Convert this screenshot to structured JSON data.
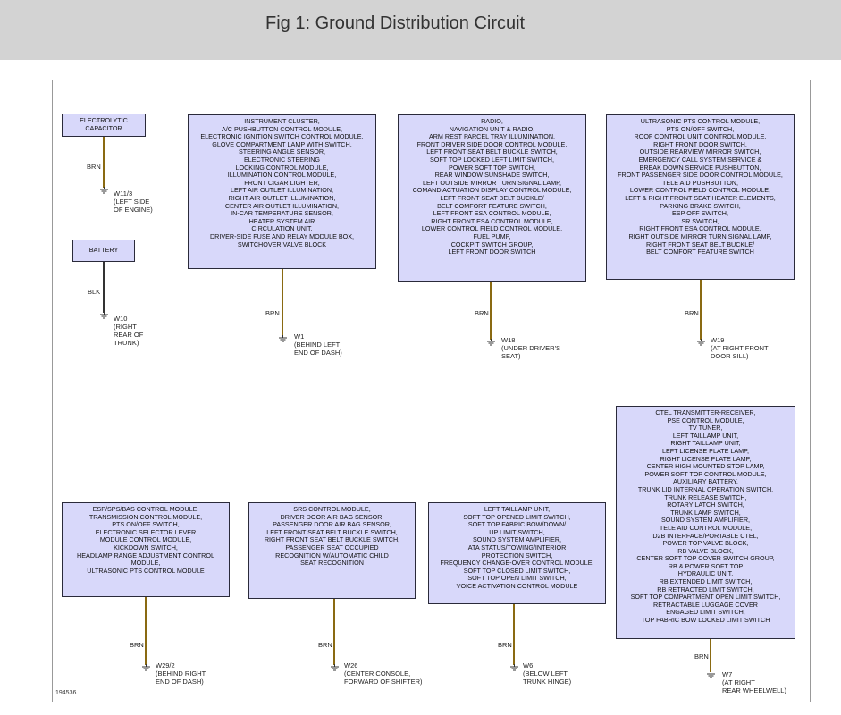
{
  "header": {
    "title": "Fig 1: Ground Distribution Circuit"
  },
  "figure_number": "194536",
  "colors": {
    "brn": "#8a6a12",
    "blk": "#333333",
    "box_fill": "#d8d8fa"
  },
  "components": {
    "capacitor": {
      "lines": [
        "ELECTROLYTIC",
        "CAPACITOR"
      ],
      "wire": "BRN",
      "ground": [
        "W11/3",
        "(LEFT SIDE",
        "OF ENGINE)"
      ]
    },
    "battery": {
      "lines": [
        "BATTERY"
      ],
      "wire": "BLK",
      "ground": [
        "W10",
        "(RIGHT",
        "REAR OF",
        "TRUNK)"
      ]
    },
    "w1": {
      "lines": [
        "INSTRUMENT CLUSTER,",
        "A/C PUSHBUTTON CONTROL MODULE,",
        "ELECTRONIC IGNITION SWITCH CONTROL MODULE,",
        "GLOVE COMPARTMENT LAMP WITH SWITCH,",
        "STEERING ANGLE SENSOR,",
        "ELECTRONIC STEERING",
        "LOCKING CONTROL MODULE,",
        "ILLUMINATION CONTROL MODULE,",
        "FRONT CIGAR LIGHTER,",
        "LEFT AIR OUTLET ILLUMINATION,",
        "RIGHT AIR OUTLET ILLUMINATION,",
        "CENTER AIR OUTLET ILLUMINATION,",
        "IN-CAR TEMPERATURE SENSOR,",
        "HEATER SYSTEM AIR",
        "CIRCULATION UNIT,",
        "DRIVER-SIDE FUSE AND RELAY MODULE BOX,",
        "SWITCHOVER VALVE BLOCK"
      ],
      "wire": "BRN",
      "ground": [
        "W1",
        "(BEHIND LEFT",
        "END OF DASH)"
      ]
    },
    "w18": {
      "lines": [
        "RADIO,",
        "NAVIGATION UNIT & RADIO,",
        "ARM REST PARCEL TRAY ILLUMINATION,",
        "FRONT DRIVER SIDE DOOR CONTROL MODULE,",
        "LEFT FRONT SEAT BELT BUCKLE SWITCH,",
        "SOFT TOP LOCKED LEFT LIMIT SWITCH,",
        "POWER SOFT TOP SWITCH,",
        "REAR WINDOW SUNSHADE SWITCH,",
        "LEFT OUTSIDE MIRROR TURN SIGNAL LAMP,",
        "COMAND ACTUATION DISPLAY CONTROL MODULE,",
        "LEFT FRONT SEAT BELT BUCKLE/",
        "BELT COMFORT FEATURE SWITCH,",
        "LEFT FRONT ESA CONTROL MODULE,",
        "RIGHT FRONT ESA CONTROL MODULE,",
        "LOWER CONTROL FIELD CONTROL MODULE,",
        "FUEL PUMP,",
        "COCKPIT SWITCH GROUP,",
        "LEFT FRONT DOOR SWITCH"
      ],
      "wire": "BRN",
      "ground": [
        "W18",
        "(UNDER DRIVER'S",
        "SEAT)"
      ]
    },
    "w19": {
      "lines": [
        "ULTRASONIC PTS CONTROL MODULE,",
        "PTS ON/OFF SWITCH,",
        "ROOF CONTROL UNIT CONTROL MODULE,",
        "RIGHT FRONT DOOR SWITCH,",
        "OUTSIDE REARVIEW MIRROR SWITCH,",
        "EMERGENCY CALL SYSTEM SERVICE &",
        "BREAK DOWN SERVICE PUSHBUTTON,",
        "FRONT PASSENGER SIDE DOOR CONTROL MODULE,",
        "TELE AID PUSHBUTTON,",
        "LOWER CONTROL FIELD CONTROL MODULE,",
        "LEFT & RIGHT FRONT SEAT HEATER ELEMENTS,",
        "PARKING BRAKE SWITCH,",
        "ESP OFF SWITCH,",
        "SR SWITCH,",
        "RIGHT FRONT ESA CONTROL MODULE,",
        "RIGHT OUTSIDE MIRROR TURN SIGNAL LAMP,",
        "RIGHT FRONT SEAT BELT BUCKLE/",
        "BELT COMFORT FEATURE SWITCH"
      ],
      "wire": "BRN",
      "ground": [
        "W19",
        "(AT RIGHT FRONT",
        "DOOR SILL)"
      ]
    },
    "w29": {
      "lines": [
        "ESP/SPS/BAS CONTROL MODULE,",
        "TRANSMISSION CONTROL MODULE,",
        "PTS ON/OFF SWITCH,",
        "ELECTRONIC SELECTOR LEVER",
        "MODULE CONTROL MODULE,",
        "KICKDOWN SWITCH,",
        "HEADLAMP RANGE ADJUSTMENT CONTROL",
        "MODULE,",
        "ULTRASONIC PTS CONTROL MODULE"
      ],
      "wire": "BRN",
      "ground": [
        "W29/2",
        "(BEHIND RIGHT",
        "END OF DASH)"
      ]
    },
    "w26": {
      "lines": [
        "SRS CONTROL MODULE,",
        "DRIVER DOOR AIR BAG SENSOR,",
        "PASSENGER DOOR AIR BAG SENSOR,",
        "LEFT FRONT SEAT BELT BUCKLE SWITCH,",
        "RIGHT FRONT SEAT BELT BUCKLE SWITCH,",
        "PASSENGER SEAT OCCUPIED",
        "RECOGNITION W/AUTOMATIC CHILD",
        "SEAT RECOGNITION"
      ],
      "wire": "BRN",
      "ground": [
        "W26",
        "(CENTER CONSOLE,",
        "FORWARD OF SHIFTER)"
      ]
    },
    "w6": {
      "lines": [
        "LEFT TAILLAMP UNIT,",
        "SOFT TOP OPENED LIMIT SWITCH,",
        "SOFT TOP FABRIC BOW/DOWN/",
        "UP LIMIT SWITCH,",
        "SOUND SYSTEM AMPLIFIER,",
        "ATA STATUS/TOWING/INTERIOR",
        "PROTECTION SWITCH,",
        "FREQUENCY CHANGE-OVER CONTROL MODULE,",
        "SOFT TOP CLOSED LIMIT SWITCH,",
        "SOFT TOP OPEN LIMIT SWITCH,",
        "VOICE ACTIVATION CONTROL MODULE"
      ],
      "wire": "BRN",
      "ground": [
        "W6",
        "(BELOW LEFT",
        "TRUNK HINGE)"
      ]
    },
    "w7": {
      "lines": [
        "CTEL TRANSMITTER-RECEIVER,",
        "PSE CONTROL MODULE,",
        "TV TUNER,",
        "LEFT TAILLAMP UNIT,",
        "RIGHT TAILLAMP UNIT,",
        "LEFT LICENSE PLATE LAMP,",
        "RIGHT LICENSE PLATE LAMP,",
        "CENTER HIGH MOUNTED STOP LAMP,",
        "POWER SOFT TOP CONTROL MODULE,",
        "AUXILIARY BATTERY,",
        "TRUNK LID INTERNAL OPERATION SWITCH,",
        "TRUNK RELEASE SWITCH,",
        "ROTARY LATCH SWITCH,",
        "TRUNK LAMP SWITCH,",
        "SOUND SYSTEM AMPLIFIER,",
        "TELE AID CONTROL MODULE,",
        "D2B INTERFACE/PORTABLE CTEL,",
        "POWER TOP VALVE BLOCK,",
        "RB VALVE BLOCK,",
        "CENTER SOFT TOP COVER SWITCH GROUP,",
        "RB & POWER SOFT TOP",
        "HYDRAULIC UNIT,",
        "RB EXTENDED LIMIT SWITCH,",
        "RB RETRACTED LIMIT SWITCH,",
        "SOFT TOP COMPARTMENT OPEN LIMIT SWITCH,",
        "RETRACTABLE LUGGAGE COVER",
        "ENGAGED LIMIT SWITCH,",
        "TOP FABRIC BOW LOCKED LIMIT SWITCH"
      ],
      "wire": "BRN",
      "ground": [
        "W7",
        "(AT RIGHT",
        "REAR WHEELWELL)"
      ]
    }
  }
}
